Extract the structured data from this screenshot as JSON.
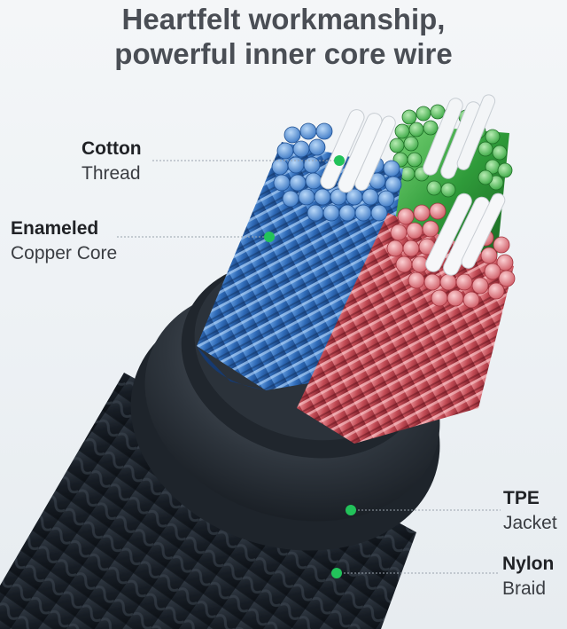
{
  "headline": {
    "line1": "Heartfelt workmanship,",
    "line2": "powerful inner core wire"
  },
  "labels": {
    "cotton": {
      "bold": "Cotton",
      "thin": "Thread"
    },
    "enameled": {
      "bold": "Enameled",
      "thin": "Copper Core"
    },
    "tpe": {
      "bold": "TPE",
      "thin": "Jacket"
    },
    "nylon": {
      "bold": "Nylon",
      "thin": "Braid"
    }
  },
  "colors": {
    "marker": "#22c25a",
    "blue_core": "#3d7fc9",
    "green_core": "#38a843",
    "red_core": "#c9545d",
    "jacket": "#2b3138",
    "braid": "#1f2731"
  }
}
